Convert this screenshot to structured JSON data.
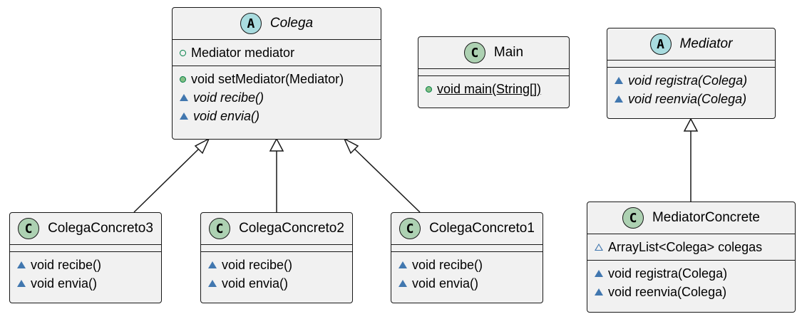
{
  "colors": {
    "class_bg": "#f1f1f1",
    "concrete_badge": "#add1b2",
    "abstract_badge": "#a9dcdf",
    "public": "#84be84",
    "package": "#4177af"
  },
  "classes": {
    "colega": {
      "badge": "A",
      "name": "Colega",
      "abstract": true,
      "fields": [
        {
          "vis": "public",
          "text": "Mediator mediator"
        }
      ],
      "methods": [
        {
          "vis": "public",
          "text": "void setMediator(Mediator)"
        },
        {
          "vis": "package",
          "text": "void recibe()",
          "italic": true
        },
        {
          "vis": "package",
          "text": "void envia()",
          "italic": true
        }
      ]
    },
    "main": {
      "badge": "C",
      "name": "Main",
      "abstract": false,
      "fields": [],
      "methods": [
        {
          "vis": "public",
          "text": "void main(String[])",
          "static": true
        }
      ]
    },
    "mediator": {
      "badge": "A",
      "name": "Mediator",
      "abstract": true,
      "fields": [],
      "methods": [
        {
          "vis": "package",
          "text": "void registra(Colega)",
          "italic": true
        },
        {
          "vis": "package",
          "text": "void reenvia(Colega)",
          "italic": true
        }
      ]
    },
    "colega3": {
      "badge": "C",
      "name": "ColegaConcreto3",
      "abstract": false,
      "fields": [],
      "methods": [
        {
          "vis": "package",
          "text": "void recibe()"
        },
        {
          "vis": "package",
          "text": "void envia()"
        }
      ]
    },
    "colega2": {
      "badge": "C",
      "name": "ColegaConcreto2",
      "abstract": false,
      "fields": [],
      "methods": [
        {
          "vis": "package",
          "text": "void recibe()"
        },
        {
          "vis": "package",
          "text": "void envia()"
        }
      ]
    },
    "colega1": {
      "badge": "C",
      "name": "ColegaConcreto1",
      "abstract": false,
      "fields": [],
      "methods": [
        {
          "vis": "package",
          "text": "void recibe()"
        },
        {
          "vis": "package",
          "text": "void envia()"
        }
      ]
    },
    "mediatorConcrete": {
      "badge": "C",
      "name": "MediatorConcrete",
      "abstract": false,
      "fields": [
        {
          "vis": "package",
          "text": "ArrayList<Colega> colegas"
        }
      ],
      "methods": [
        {
          "vis": "package",
          "text": "void registra(Colega)"
        },
        {
          "vis": "package",
          "text": "void reenvia(Colega)"
        }
      ]
    }
  },
  "relations": [
    {
      "from": "colega3",
      "to": "colega",
      "type": "extends"
    },
    {
      "from": "colega2",
      "to": "colega",
      "type": "extends"
    },
    {
      "from": "colega1",
      "to": "colega",
      "type": "extends"
    },
    {
      "from": "mediatorConcrete",
      "to": "mediator",
      "type": "extends"
    }
  ]
}
